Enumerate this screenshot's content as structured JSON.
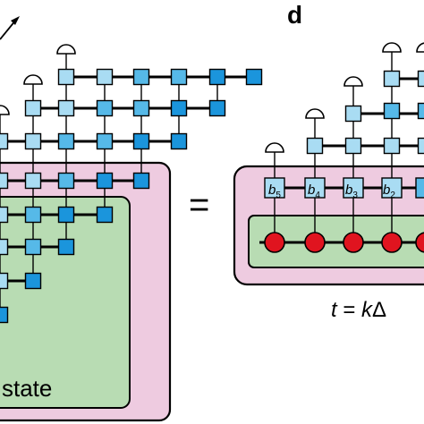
{
  "panel_d": {
    "label": "d",
    "bond_labels": [
      {
        "sym": "b",
        "sub": "5"
      },
      {
        "sym": "b",
        "sub": "4"
      },
      {
        "sym": "b",
        "sub": "3"
      },
      {
        "sym": "b",
        "sub": "2"
      }
    ],
    "time_label": {
      "t": "t",
      "eq": " = ",
      "k": "k",
      "delta": "Δ"
    },
    "equals_sign": "="
  },
  "panel_c": {
    "state_label": "state"
  },
  "colors": {
    "pink_box": "#eecbe0",
    "green_box": "#b8dcb3",
    "light_blue": "#a9dcf3",
    "mid_blue": "#56b9e8",
    "dark_blue": "#1b95dc",
    "red_dot": "#e0141f",
    "meter": "#ffffff"
  },
  "icons": [
    "measurement-meter-icon",
    "diagonal-arrow-icon"
  ]
}
